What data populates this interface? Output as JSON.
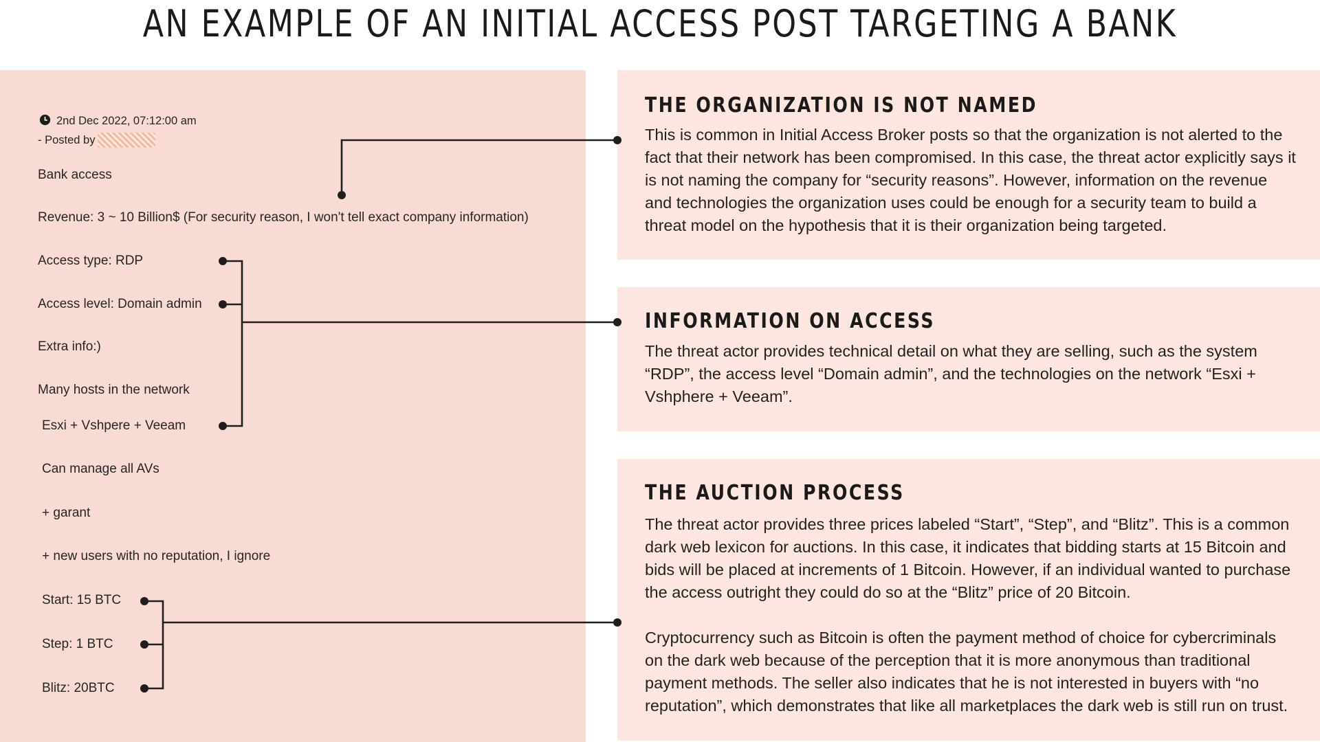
{
  "title": "AN EXAMPLE OF AN INITIAL ACCESS POST TARGETING A BANK",
  "post": {
    "date": "2nd Dec 2022, 07:12:00 am",
    "posted_by": "- Posted by",
    "lines": [
      "Bank access",
      "Revenue: 3 ~ 10 Billion$ (For security reason, I won't tell exact company information)",
      "Access type: RDP",
      "Access level: Domain admin",
      "Extra info:)",
      "Many hosts in the network",
      "Esxi + Vshpere + Veeam",
      "Can manage all AVs",
      "+ garant",
      "+ new users with no reputation, I ignore",
      "Start: 15 BTC",
      "Step: 1 BTC",
      "Blitz: 20BTC"
    ]
  },
  "cards": [
    {
      "heading": "THE ORGANIZATION IS NOT NAMED",
      "paragraphs": [
        "This is common in Initial Access Broker posts so that the organization is not alerted to the fact that their network has been compromised. In this case, the threat actor explicitly says it is not naming the company for “security reasons”. However, information on the revenue and technologies the organization uses could be enough for a security team to build a threat model on the hypothesis that it is their organization being targeted."
      ]
    },
    {
      "heading": "INFORMATION ON ACCESS",
      "paragraphs": [
        "The threat actor provides technical detail on what they are selling, such as the system “RDP”, the access level “Domain admin”, and the technologies on the network “Esxi + Vshphere + Veeam”."
      ]
    },
    {
      "heading": "THE AUCTION PROCESS",
      "paragraphs": [
        "The threat actor provides three prices labeled “Start”, “Step”, and “Blitz”. This is a common dark web lexicon for auctions. In this case, it indicates that bidding starts at 15 Bitcoin and bids will be placed at increments of 1 Bitcoin. However, if an individual wanted to purchase the access outright they could do so at the “Blitz” price of 20 Bitcoin.",
        "Cryptocurrency such as Bitcoin is often the payment method of choice for cybercriminals on the dark web because of the perception that it is more anonymous than traditional payment methods. The seller also indicates that he is not interested in buyers with “no reputation”, which demonstrates that like all marketplaces the dark web is still run on trust."
      ]
    }
  ],
  "colors": {
    "post_background": "#f8dbd2",
    "card_background": "#fce6df",
    "connector": "#1e1e1e"
  },
  "icons": {
    "timestamp": "clock-icon",
    "redacted_username": "redacted-username-pattern"
  }
}
